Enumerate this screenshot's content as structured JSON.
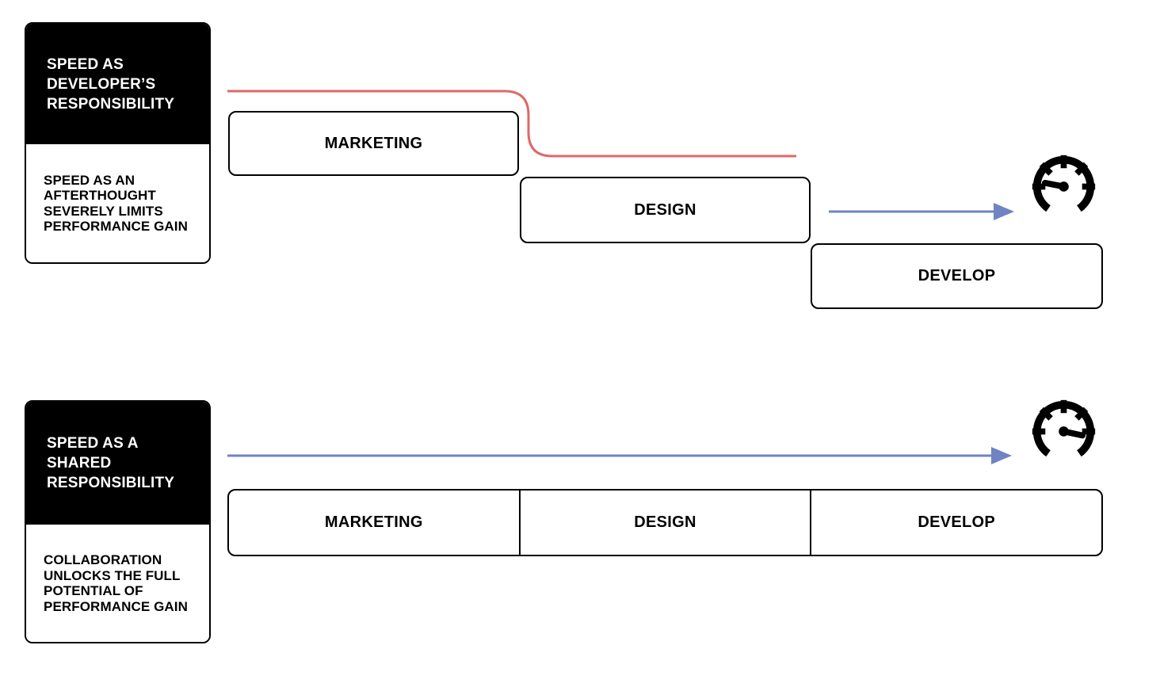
{
  "colors": {
    "background": "#ffffff",
    "ink": "#000000",
    "card_text": "#ffffff",
    "waterfall_line_red": "#df6969",
    "arrow_blue": "#7083c3"
  },
  "sections": [
    {
      "name": "speed-as-developers-responsibility",
      "card": {
        "title_lines": [
          "SPEED AS",
          "DEVELOPER’S",
          "RESPONSIBILITY"
        ],
        "body_lines": [
          "SPEED AS AN",
          "AFTERTHOUGHT",
          "SEVERELY LIMITS",
          "PERFORMANCE GAIN"
        ]
      },
      "phases": [
        {
          "label": "MARKETING"
        },
        {
          "label": "DESIGN"
        },
        {
          "label": "DEVELOP"
        }
      ],
      "icon": "speedometer-low-icon"
    },
    {
      "name": "speed-as-shared-responsibility",
      "card": {
        "title_lines": [
          "SPEED AS A",
          "SHARED",
          "RESPONSIBILITY"
        ],
        "body_lines": [
          "COLLABORATION",
          "UNLOCKS THE FULL",
          "POTENTIAL OF",
          "PERFORMANCE GAIN"
        ]
      },
      "phases": [
        {
          "label": "MARKETING"
        },
        {
          "label": "DESIGN"
        },
        {
          "label": "DEVELOP"
        }
      ],
      "icon": "speedometer-high-icon"
    }
  ]
}
